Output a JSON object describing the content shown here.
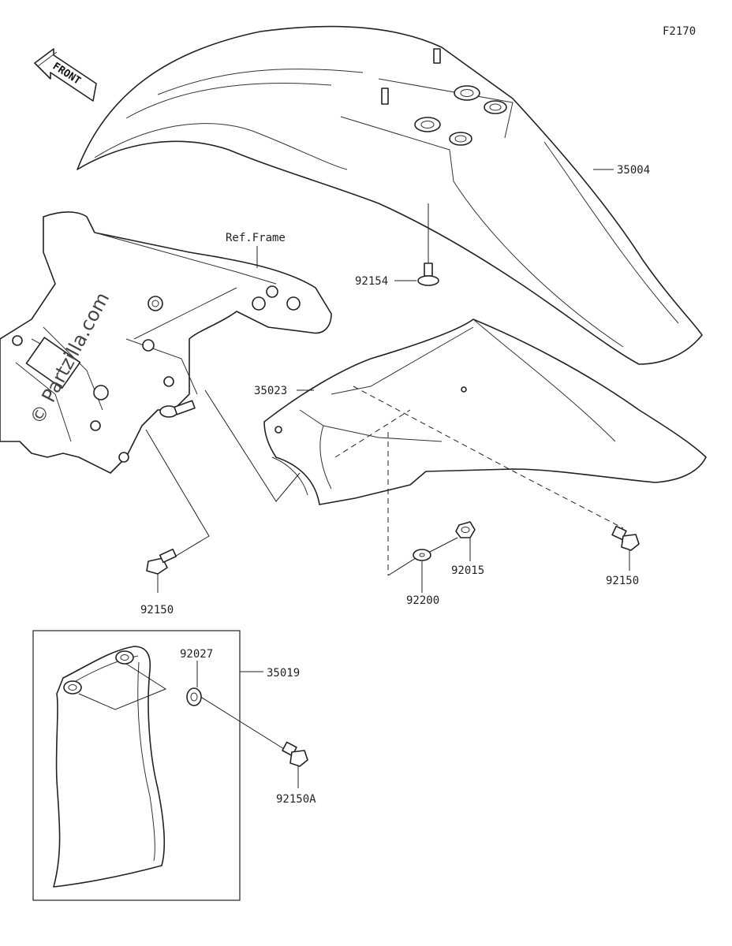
{
  "diagram_code": "F2170",
  "direction_label": "FRONT",
  "watermark": "© Partzilla.com",
  "ref_label": "Ref.Frame",
  "parts": {
    "front_fender": "35004",
    "fender_screw": "92154",
    "inner_fender": "35023",
    "bolt_left": "92150",
    "bolt_right": "92150",
    "washer": "92200",
    "nut": "92015",
    "guard": "35019",
    "grommet": "92027",
    "bolt_guard": "92150A"
  },
  "colors": {
    "line": "#222222",
    "background": "#ffffff"
  }
}
